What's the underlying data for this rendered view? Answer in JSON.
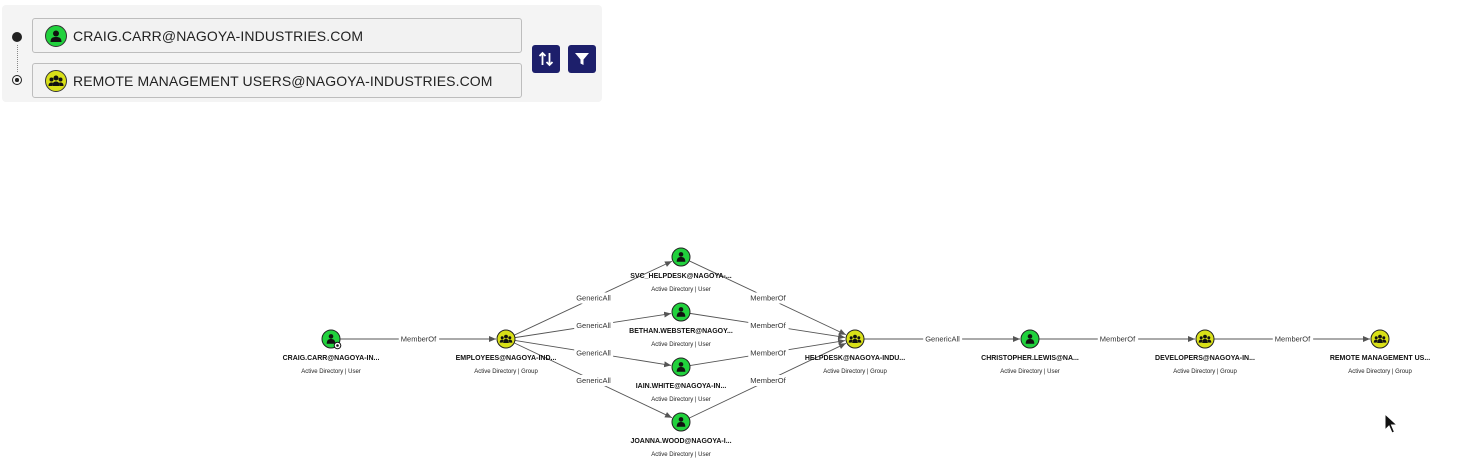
{
  "search": {
    "start_value": "CRAIG.CARR@NAGOYA-INDUSTRIES.COM",
    "start_kind": "user",
    "target_value": "REMOTE MANAGEMENT USERS@NAGOYA-INDUSTRIES.COM",
    "target_kind": "group",
    "swap_icon": "swap-vertical-icon",
    "filter_icon": "filter-icon"
  },
  "colors": {
    "user": "#21d13d",
    "group": "#d9e018",
    "button": "#1d1f6b",
    "edge": "#555555"
  },
  "graph": {
    "nodes": [
      {
        "id": "craig",
        "kind": "user",
        "label": "CRAIG.CARR@NAGOYA-IN...",
        "sub": "Active Directory | User",
        "start": true
      },
      {
        "id": "employees",
        "kind": "group",
        "label": "EMPLOYEES@NAGOYA-IND...",
        "sub": "Active Directory | Group"
      },
      {
        "id": "svc",
        "kind": "user",
        "label": "SVC_HELPDESK@NAGOYA-...",
        "sub": "Active Directory | User"
      },
      {
        "id": "bethan",
        "kind": "user",
        "label": "BETHAN.WEBSTER@NAGOY...",
        "sub": "Active Directory | User"
      },
      {
        "id": "iain",
        "kind": "user",
        "label": "IAIN.WHITE@NAGOYA-IN...",
        "sub": "Active Directory | User"
      },
      {
        "id": "joanna",
        "kind": "user",
        "label": "JOANNA.WOOD@NAGOYA-I...",
        "sub": "Active Directory | User"
      },
      {
        "id": "helpdesk",
        "kind": "group",
        "label": "HELPDESK@NAGOYA-INDU...",
        "sub": "Active Directory | Group"
      },
      {
        "id": "christopher",
        "kind": "user",
        "label": "CHRISTOPHER.LEWIS@NA...",
        "sub": "Active Directory | User"
      },
      {
        "id": "developers",
        "kind": "group",
        "label": "DEVELOPERS@NAGOYA-IN...",
        "sub": "Active Directory | Group"
      },
      {
        "id": "remote",
        "kind": "group",
        "label": "REMOTE MANAGEMENT US...",
        "sub": "Active Directory | Group"
      }
    ],
    "edges": [
      {
        "from": "craig",
        "to": "employees",
        "label": "MemberOf"
      },
      {
        "from": "employees",
        "to": "svc",
        "label": "GenericAll"
      },
      {
        "from": "employees",
        "to": "bethan",
        "label": "GenericAll"
      },
      {
        "from": "employees",
        "to": "iain",
        "label": "GenericAll"
      },
      {
        "from": "employees",
        "to": "joanna",
        "label": "GenericAll"
      },
      {
        "from": "svc",
        "to": "helpdesk",
        "label": "MemberOf"
      },
      {
        "from": "bethan",
        "to": "helpdesk",
        "label": "MemberOf"
      },
      {
        "from": "iain",
        "to": "helpdesk",
        "label": "MemberOf"
      },
      {
        "from": "joanna",
        "to": "helpdesk",
        "label": "MemberOf"
      },
      {
        "from": "helpdesk",
        "to": "christopher",
        "label": "GenericAll"
      },
      {
        "from": "christopher",
        "to": "developers",
        "label": "MemberOf"
      },
      {
        "from": "developers",
        "to": "remote",
        "label": "MemberOf"
      }
    ]
  }
}
